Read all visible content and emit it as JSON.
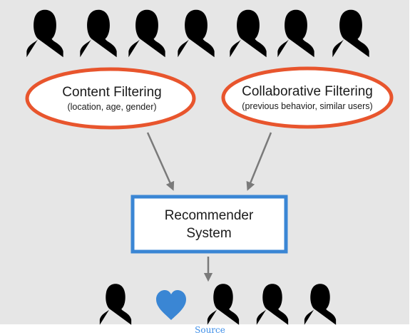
{
  "diagram": {
    "content_filtering": {
      "title": "Content Filtering",
      "subtitle": "(location, age, gender)"
    },
    "collaborative_filtering": {
      "title": "Collaborative Filtering",
      "subtitle": "(previous behavior, similar users)"
    },
    "recommender": {
      "line1": "Recommender",
      "line2": "System"
    },
    "top_people_icon": "person-outline-icon",
    "bottom_people_icon": "person-outline-icon",
    "highlight_icon": "heart-icon",
    "colors": {
      "background": "#e6e6e6",
      "oval_stroke": "#e8552d",
      "box_stroke": "#3a86d4",
      "arrow": "#7a7a7a",
      "heart": "#3a86d4",
      "person_stroke": "#9a9a9a"
    }
  },
  "footer": {
    "source_label": "Source"
  }
}
